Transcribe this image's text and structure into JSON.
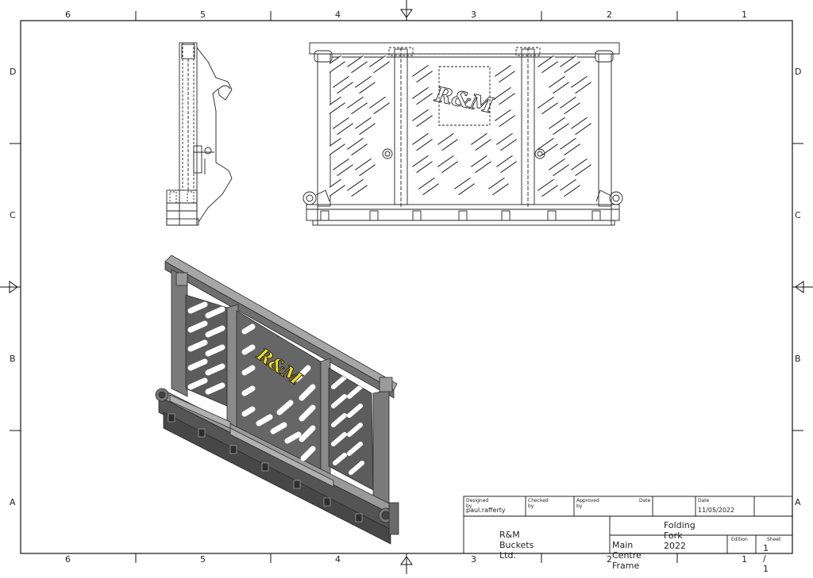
{
  "drawing": {
    "zones_x": [
      "6",
      "5",
      "4",
      "3",
      "2",
      "1"
    ],
    "zones_y": [
      "D",
      "C",
      "B",
      "A"
    ],
    "logo_text": "R&M",
    "colors": {
      "line": "#1a1a1a",
      "part_dark": "#4b4b4b",
      "part_mid": "#7a7a7a",
      "part_light": "#a6a6a6",
      "logo": "#f2e01f"
    }
  },
  "title_block": {
    "designed_by_label": "Designed by",
    "designed_by": "paul.rafferty",
    "checked_by_label": "Checked by",
    "approved_by_label": "Approved by",
    "date_label_1": "Date",
    "date_label_2": "Date",
    "date": "11/05/2022",
    "company": "R&M Buckets Ltd.",
    "title": "Folding Fork 2022",
    "subtitle": "Main Centre Frame",
    "edition_label": "Edition",
    "sheet_label": "Sheet",
    "sheet": "1 / 1"
  }
}
